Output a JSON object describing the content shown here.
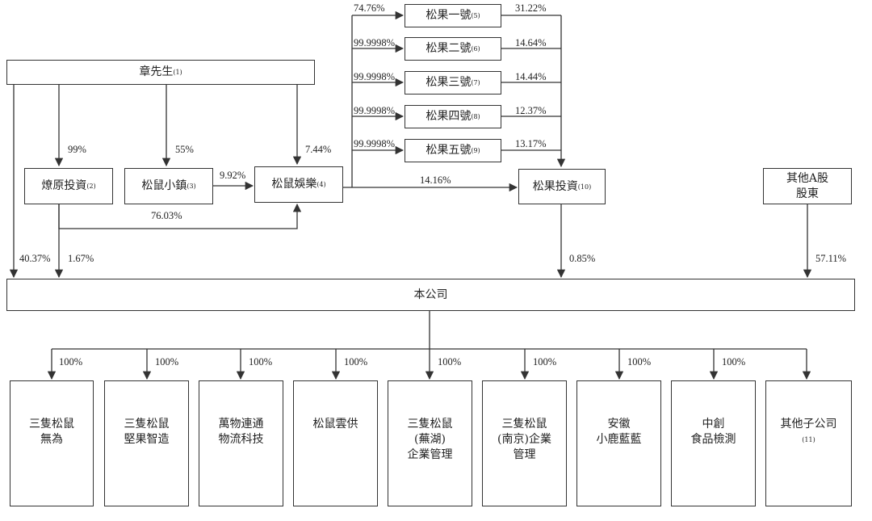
{
  "nodes": {
    "zhang": {
      "label": "章先生",
      "note": "(1)"
    },
    "liaoyuan": {
      "label": "燎原投資",
      "note": "(2)"
    },
    "xiaozhen": {
      "label": "松鼠小鎮",
      "note": "(3)"
    },
    "yule": {
      "label": "松鼠娛樂",
      "note": "(4)"
    },
    "sg1": {
      "label": "松果一號",
      "note": "(5)"
    },
    "sg2": {
      "label": "松果二號",
      "note": "(6)"
    },
    "sg3": {
      "label": "松果三號",
      "note": "(7)"
    },
    "sg4": {
      "label": "松果四號",
      "note": "(8)"
    },
    "sg5": {
      "label": "松果五號",
      "note": "(9)"
    },
    "songguo": {
      "label": "松果投資",
      "note": "(10)"
    },
    "other_a": {
      "line1": "其他A股",
      "line2": "股東"
    },
    "company": {
      "label": "本公司"
    }
  },
  "percentages": {
    "zhang_liaoyuan": "99%",
    "zhang_xiaozhen": "55%",
    "zhang_yule": "7.44%",
    "xiaozhen_yule": "9.92%",
    "liaoyuan_yule": "76.03%",
    "yule_sg1": "74.76%",
    "yule_sg2": "99.9998%",
    "yule_sg3": "99.9998%",
    "yule_sg4": "99.9998%",
    "yule_sg5": "99.9998%",
    "sg1_songguo": "31.22%",
    "sg2_songguo": "14.64%",
    "sg3_songguo": "14.44%",
    "sg4_songguo": "12.37%",
    "sg5_songguo": "13.17%",
    "yule_songguo": "14.16%",
    "zhang_company": "40.37%",
    "liaoyuan_company": "1.67%",
    "songguo_company": "0.85%",
    "other_company": "57.11%"
  },
  "subsidiaries": [
    {
      "lines": [
        "三隻松鼠",
        "無為"
      ],
      "pct": "100%"
    },
    {
      "lines": [
        "三隻松鼠",
        "堅果智造"
      ],
      "pct": "100%"
    },
    {
      "lines": [
        "萬物連通",
        "物流科技"
      ],
      "pct": "100%"
    },
    {
      "lines": [
        "松鼠雲供"
      ],
      "pct": "100%"
    },
    {
      "lines": [
        "三隻松鼠",
        "(蕪湖)",
        "企業管理"
      ],
      "pct": "100%"
    },
    {
      "lines": [
        "三隻松鼠",
        "(南京)企業",
        "管理"
      ],
      "pct": "100%"
    },
    {
      "lines": [
        "安徽",
        "小鹿藍藍"
      ],
      "pct": "100%"
    },
    {
      "lines": [
        "中創",
        "食品檢測"
      ],
      "pct": "100%"
    },
    {
      "lines": [
        "其他子公司"
      ],
      "note": "(11)",
      "pct": ""
    }
  ]
}
